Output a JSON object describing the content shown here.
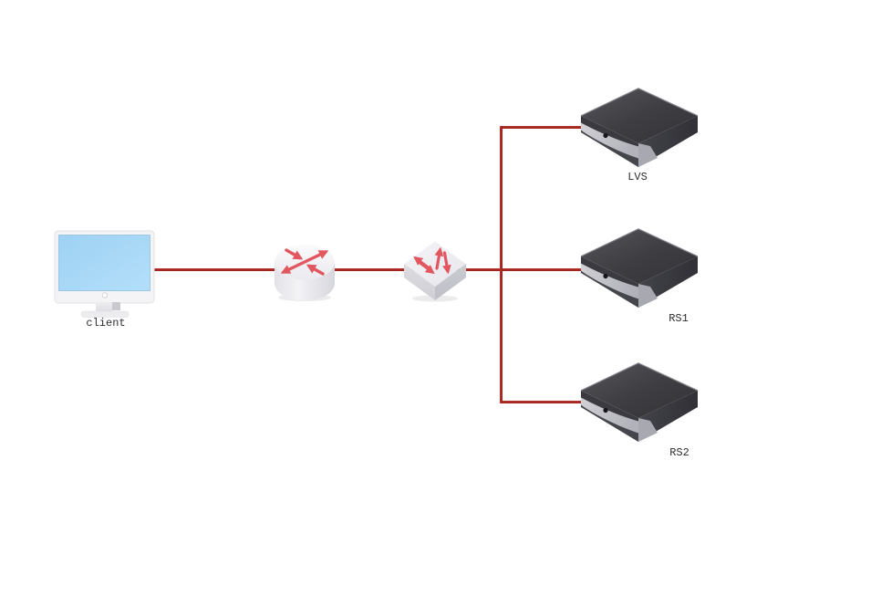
{
  "diagram": {
    "nodes": [
      {
        "id": "client",
        "type": "computer",
        "icon": "monitor-icon",
        "label": "client"
      },
      {
        "id": "router",
        "type": "router",
        "icon": "router-icon"
      },
      {
        "id": "switch",
        "type": "switch",
        "icon": "switch-icon"
      },
      {
        "id": "lvs",
        "type": "server",
        "icon": "server-icon",
        "label": "LVS"
      },
      {
        "id": "rs1",
        "type": "server",
        "icon": "server-icon",
        "label": "RS1"
      },
      {
        "id": "rs2",
        "type": "server",
        "icon": "server-icon",
        "label": "RS2"
      }
    ],
    "links": [
      {
        "from": "client",
        "to": "router"
      },
      {
        "from": "router",
        "to": "switch"
      },
      {
        "from": "switch",
        "to": "rs1"
      },
      {
        "from": "trunk",
        "to": "lvs"
      },
      {
        "from": "trunk",
        "to": "rs2"
      }
    ],
    "colors": {
      "background": "#ffffff",
      "link": "#a52522",
      "device_arrow": "#e2575f",
      "monitor_screen": "#a8daf8",
      "server_body": "#3f3f44",
      "label_text": "#2d2d2d"
    }
  }
}
